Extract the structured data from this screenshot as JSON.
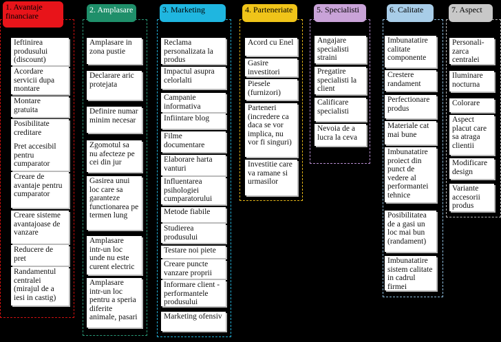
{
  "columns": [
    {
      "title": "1. Avantaje financiare",
      "head_color": "#e8141a",
      "frame_color": "#d01010",
      "items": [
        "Ieftinirea produsului (discount)",
        "Acordare servicii dupa montare",
        "Montare gratuita",
        "Posibilitate creditare",
        "Pret accesibil pentru cumparator",
        "Creare de avantaje pentru cumparator",
        "Creare sisteme avantajoase de vanzare",
        "Reducere de pret",
        "Randamentul centralei (mirajul de a iesi in castig)"
      ]
    },
    {
      "title": "2. Amplasare",
      "head_color": "#1f8f6a",
      "frame_color": "#2a9a78",
      "items": [
        "Amplasare in zona pustie",
        "Declarare aric protejata",
        "Definire numar minim necesar",
        "Zgomotul sa nu afecteze pe cei din jur",
        "Gasirea unui loc care sa garanteze functionarea pe termen lung",
        "Amplasare intr-un loc unde nu este curent electric",
        "Amplasare intr-un loc pentru a speria diferite animale, pasari"
      ]
    },
    {
      "title": "3. Marketing",
      "head_color": "#1fb6e0",
      "frame_color": "#22b0d8",
      "items": [
        "Reclama personalizata la produs",
        "Impactul asupra celorlalti",
        "Campanie informativa",
        "Infiintare blog",
        "Filme documentare",
        "Elaborare harta vanturi",
        "Influentarea psihologiei cumparatorului",
        "Metode fiabile",
        "Studierea produsului",
        "Testare noi piete",
        "Creare puncte vanzare proprii",
        "Informare client - performantele produsului",
        "Marketing ofensiv"
      ]
    },
    {
      "title": "4. Parteneriate",
      "head_color": "#f0c419",
      "frame_color": "#e8b818",
      "items": [
        "Acord cu Enel",
        "Gasire investitori",
        "Piesele (furnizori)",
        "Parteneri (incredere ca daca se vor implica, nu vor fi singuri)",
        "Investitie care va ramane si urmasilor"
      ]
    },
    {
      "title": "5. Specialisti",
      "head_color": "#c9a3d8",
      "frame_color": "#b88ed0",
      "items": [
        "Angajare specialisti straini",
        "Pregatire specialisti la client",
        "Calificare specialisti",
        "Nevoia de a lucra la ceva"
      ]
    },
    {
      "title": "6. Calitate",
      "head_color": "#a8cde8",
      "frame_color": "#8fbfe0",
      "items": [
        "Imbunatatire calitate componente",
        "Crestere randament",
        "Perfectionare produs",
        "Materiale cat mai bune",
        "Imbunatatire proiect din punct de vedere al performantei tehnice",
        "Posibilitatea de a gasi un loc mai bun (randament)",
        "Imbunatatire sistem calitate in cadrul firmei"
      ]
    },
    {
      "title": "7. Aspect",
      "head_color": "#c8c8c8",
      "frame_color": "#bbbbbb",
      "items": [
        "Personali-zarca centralei",
        "Iluminare nocturna",
        "Colorare",
        "Aspect placut care sa atraga clientii",
        "Modificare design",
        "Variante accesorii produs"
      ]
    }
  ]
}
